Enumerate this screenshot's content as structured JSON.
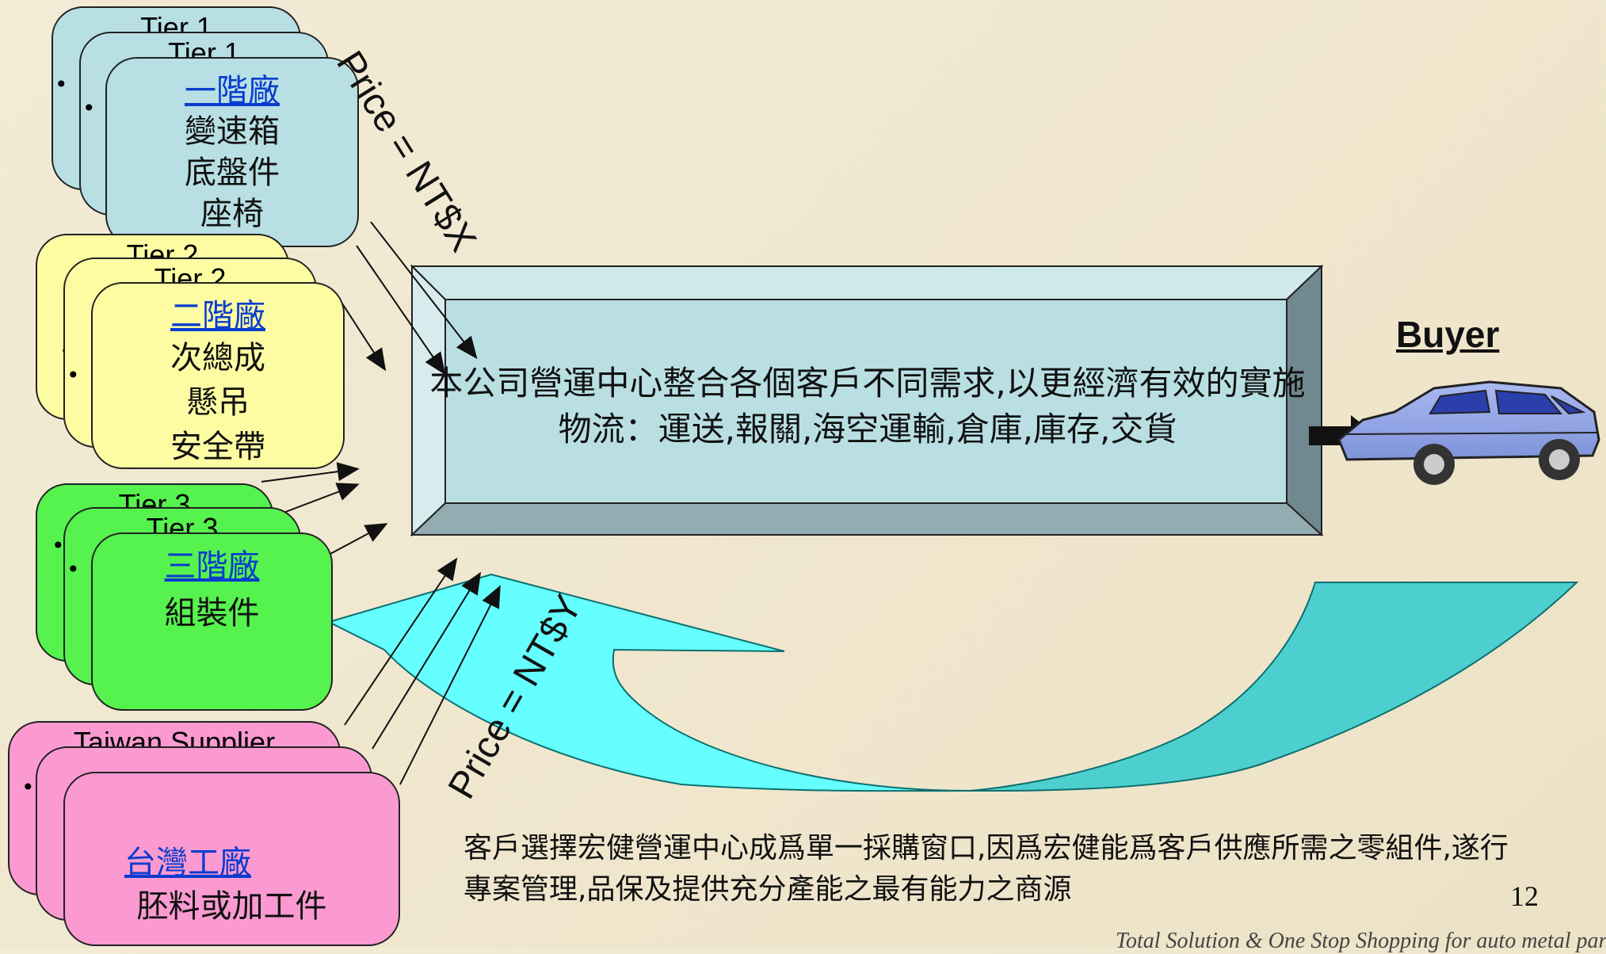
{
  "tier1": {
    "header": "Tier 1",
    "bullet": "•",
    "label": "一階廠",
    "lines": [
      "變速箱",
      "底盤件",
      "座椅"
    ]
  },
  "tier2": {
    "header": "Tier 2",
    "bullet": "•",
    "label": "二階廠",
    "lines": [
      "次總成",
      "懸吊",
      "安全帶"
    ]
  },
  "tier3": {
    "header": "Tier 3",
    "bullet": "•",
    "label": "三階廠",
    "lines": [
      "組裝件"
    ]
  },
  "taiwan": {
    "header": "Taiwan Supplier",
    "bullet": "•",
    "label": "台灣工廠",
    "lines": [
      "胚料或加工件"
    ]
  },
  "center": {
    "text": "本公司營運中心整合各個客戶不同需求,以更經濟有效的實施物流：運送,報關,海空運輸,倉庫,庫存,交貨"
  },
  "price_x": "Price = NT$X",
  "price_y": "Price = NT$Y",
  "buyer": "Buyer",
  "note": "客戶選擇宏健營運中心成爲單一採購窗口,因爲宏健能爲客戶供應所需之零組件,遂行專案管理,品保及提供充分產能之最有能力之商源",
  "page_number": "12",
  "footer": "Total Solution & One Stop Shopping for auto metal parts",
  "colors": {
    "tier1": "#b7dfe4",
    "tier2": "#fdfca3",
    "tier3": "#56f24e",
    "taiwan": "#fb9ad1",
    "box": "#b9dfe3",
    "arrow": "#62ffff"
  }
}
